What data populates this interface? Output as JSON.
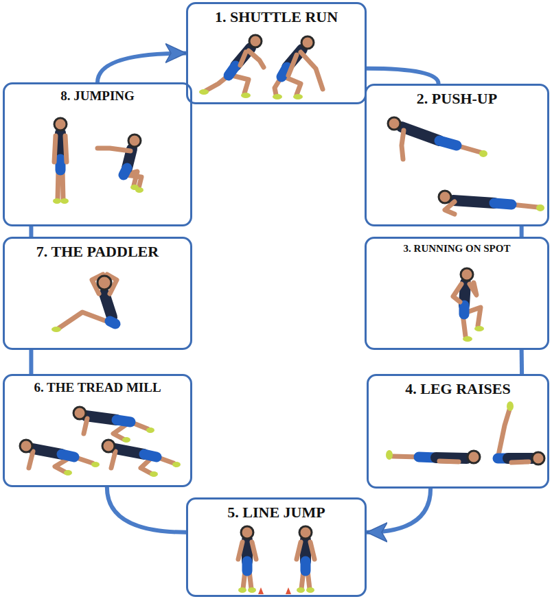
{
  "diagram": {
    "nodes": [
      {
        "text": [
          "1. SHUTTLE RUN"
        ]
      },
      {
        "text": [
          "2. PUSH-UP"
        ]
      },
      {
        "text": [
          "3. RUNNING ON SPOT"
        ]
      },
      {
        "text": [
          "4. LEG RAISES"
        ]
      },
      {
        "text": [
          "5. LINE JUMP"
        ]
      },
      {
        "text": [
          "6. THE TREAD MILL"
        ]
      },
      {
        "text": [
          "7. THE PADDLER"
        ]
      },
      {
        "text": [
          "8. JUMPING"
        ]
      }
    ],
    "edges": [
      {
        "from": 0,
        "to": 1,
        "arrow": "none"
      },
      {
        "from": 1,
        "to": 2,
        "arrow": "none"
      },
      {
        "from": 2,
        "to": 3,
        "arrow": "none"
      },
      {
        "from": 3,
        "to": 4,
        "arrow": "to"
      },
      {
        "from": 4,
        "to": 5,
        "arrow": "none"
      },
      {
        "from": 5,
        "to": 6,
        "arrow": "none"
      },
      {
        "from": 6,
        "to": 7,
        "arrow": "none"
      },
      {
        "from": 7,
        "to": 0,
        "arrow": "to"
      }
    ]
  }
}
